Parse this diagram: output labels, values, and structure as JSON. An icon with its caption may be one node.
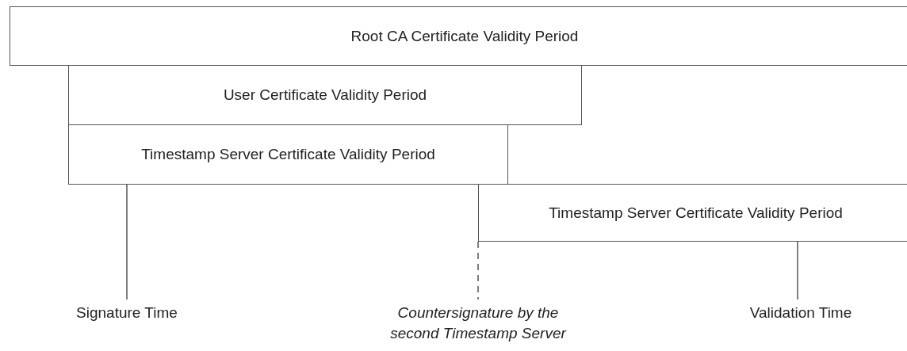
{
  "diagram": {
    "nodes": [
      {
        "text": [
          "Root CA Certificate Validity Period"
        ]
      },
      {
        "text": [
          "User Certificate Validity Period"
        ]
      },
      {
        "text": [
          "Timestamp Server Certificate Validity Period"
        ]
      },
      {
        "text": [
          "Timestamp Server Certificate Validity Period"
        ]
      },
      {
        "text": [
          "Signature Time"
        ]
      },
      {
        "text": [
          "Countersignature by the second Timestamp Server"
        ]
      },
      {
        "text": [
          "Validation Time"
        ]
      }
    ],
    "edges": [
      {
        "from": 2,
        "to": 4,
        "arrow": "none"
      },
      {
        "from": 3,
        "to": 5,
        "arrow": "none",
        "style": "dashed"
      },
      {
        "from": 3,
        "to": 6,
        "arrow": "none"
      }
    ]
  }
}
